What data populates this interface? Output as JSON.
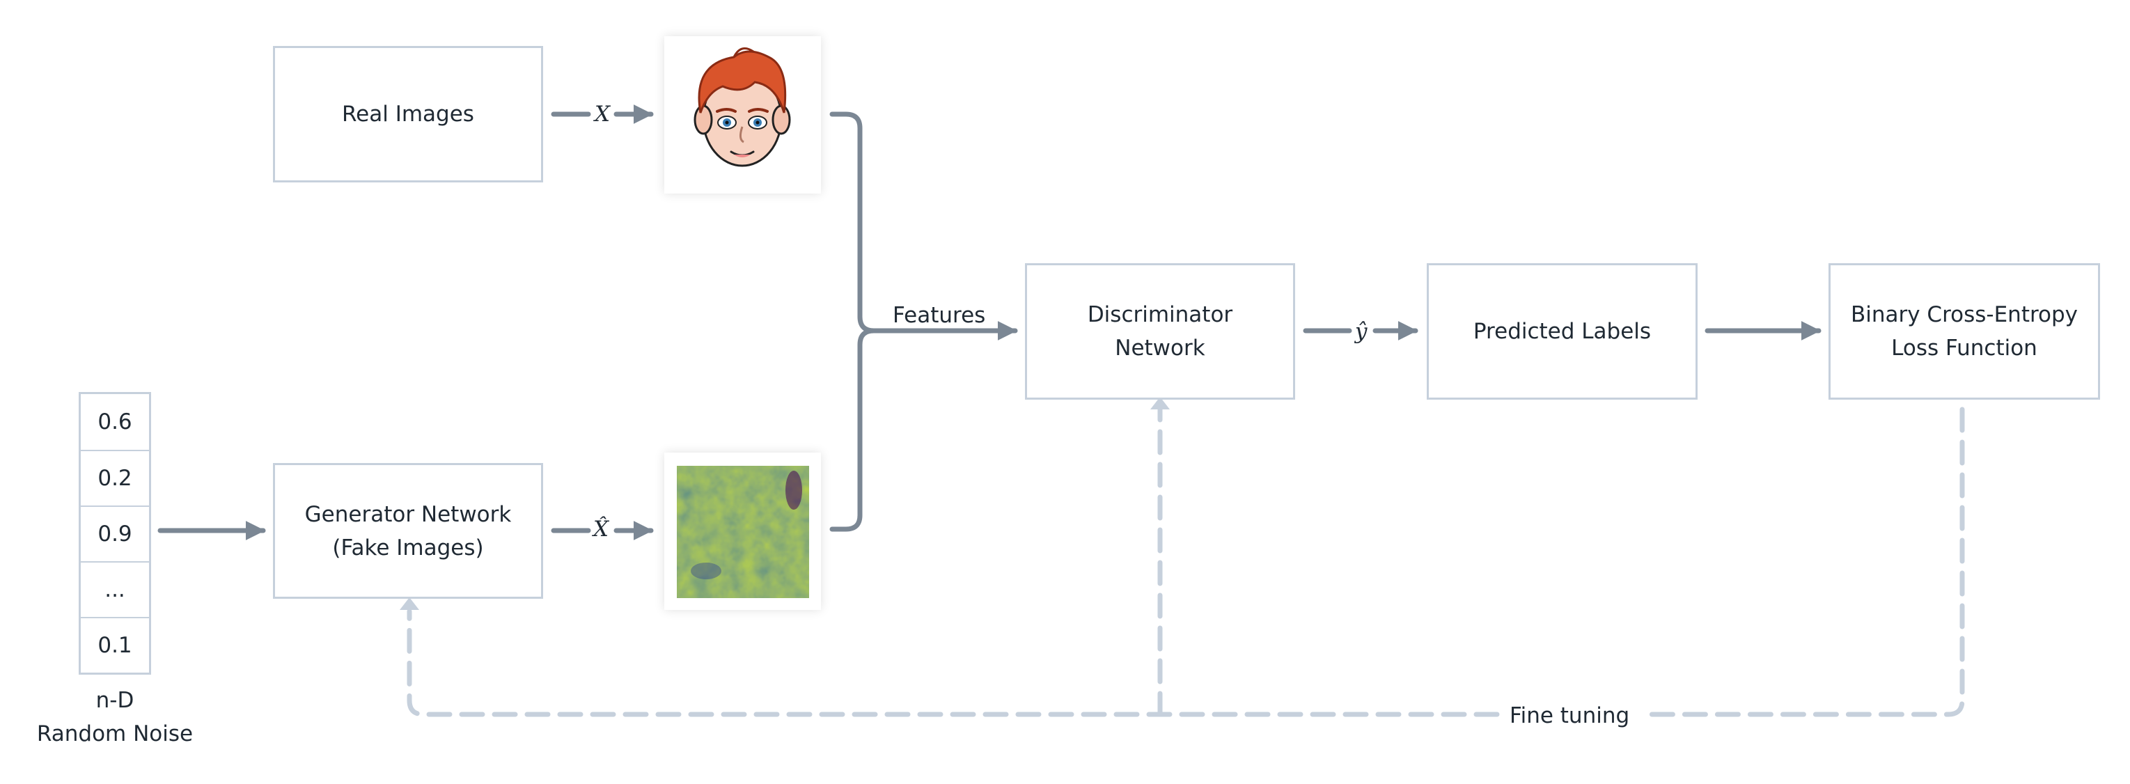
{
  "nodes": {
    "real_images": "Real Images",
    "generator_line1": "Generator Network",
    "generator_line2": "(Fake Images)",
    "discriminator_line1": "Discriminator",
    "discriminator_line2": "Network",
    "predicted_labels": "Predicted Labels",
    "loss_line1": "Binary Cross-Entropy",
    "loss_line2": "Loss Function"
  },
  "noise": {
    "values": [
      "0.6",
      "0.2",
      "0.9",
      "...",
      "0.1"
    ],
    "caption_line1": "n-D",
    "caption_line2": "Random Noise"
  },
  "edges": {
    "x_label": "X",
    "x_hat_label": "X̂",
    "y_hat_label": "ŷ",
    "features_label": "Features",
    "fine_tuning_label": "Fine tuning"
  },
  "images": {
    "real_face": "face-illustration",
    "fake_noise": "generated-noise-image"
  },
  "colors": {
    "arrow": "#7b8794",
    "dashed": "#c6d0dc",
    "box_border": "#c6d0dc",
    "hair": "#d9542b"
  }
}
